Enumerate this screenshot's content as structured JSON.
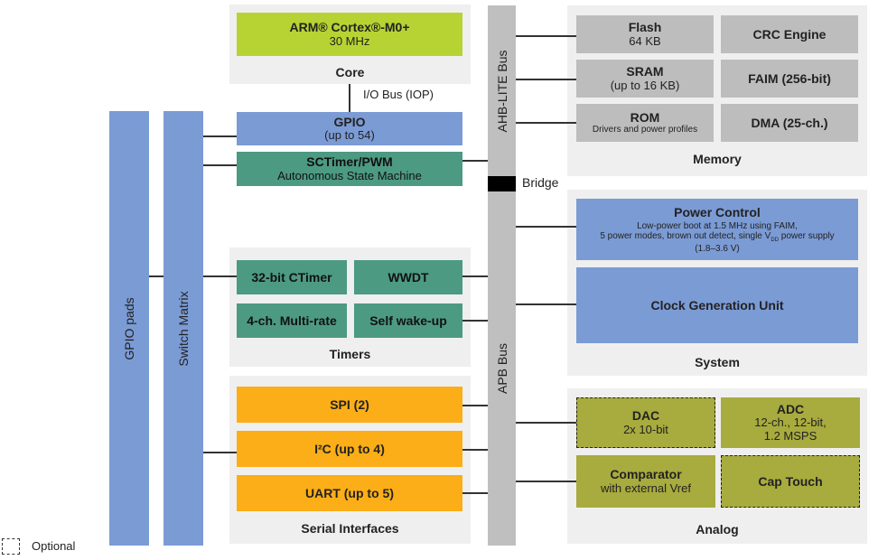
{
  "core": {
    "arm_title": "ARM® Cortex®-M0+",
    "arm_freq": "30 MHz",
    "caption": "Core",
    "io_bus": "I/O Bus (IOP)"
  },
  "gpio": {
    "title": "GPIO",
    "sub": "(up to 54)"
  },
  "sctimer": {
    "title": "SCTimer/PWM",
    "sub": "Autonomous State Machine"
  },
  "timers": {
    "caption": "Timers",
    "items": [
      "32-bit CTimer",
      "WWDT",
      "4-ch. Multi-rate",
      "Self wake-up"
    ]
  },
  "serial": {
    "caption": "Serial Interfaces",
    "spi": "SPI (2)",
    "i2c": "I²C (up to 4)",
    "uart": "UART (up to 5)"
  },
  "memory": {
    "caption": "Memory",
    "flash_title": "Flash",
    "flash_sub": "64 KB",
    "crc": "CRC Engine",
    "sram_title": "SRAM",
    "sram_sub": "(up to 16 KB)",
    "faim": "FAIM (256-bit)",
    "rom_title": "ROM",
    "rom_sub": "Drivers and power profiles",
    "dma": "DMA (25-ch.)"
  },
  "system": {
    "caption": "System",
    "power_title": "Power Control",
    "power_line1": "Low-power boot at 1.5 MHz using FAIM,",
    "power_line2a": "5 power modes, brown out detect, single V",
    "power_line2_sub": "DD",
    "power_line2b": " power supply",
    "power_line3": "(1.8–3.6 V)",
    "clock": "Clock Generation Unit"
  },
  "analog": {
    "caption": "Analog",
    "dac_title": "DAC",
    "dac_sub": "2x 10-bit",
    "adc_title": "ADC",
    "adc_sub1": "12-ch., 12-bit,",
    "adc_sub2": "1.2 MSPS",
    "comp_title": "Comparator",
    "comp_sub": "with external Vref",
    "cap_touch": "Cap Touch"
  },
  "buses": {
    "ahb": "AHB-LITE Bus",
    "apb": "APB Bus",
    "bridge": "Bridge",
    "gpio_pads": "GPIO pads",
    "switch_matrix": "Switch Matrix"
  },
  "legend": {
    "optional": "Optional"
  },
  "colors": {
    "core_green": "#b7d333",
    "gpio_blue": "#7b9bd5",
    "timer_teal": "#4c9a82",
    "serial_orange": "#fbae17",
    "memory_gray": "#bdbdbd",
    "analog_olive": "#a8ab3e",
    "panel_bg": "#efefef"
  }
}
